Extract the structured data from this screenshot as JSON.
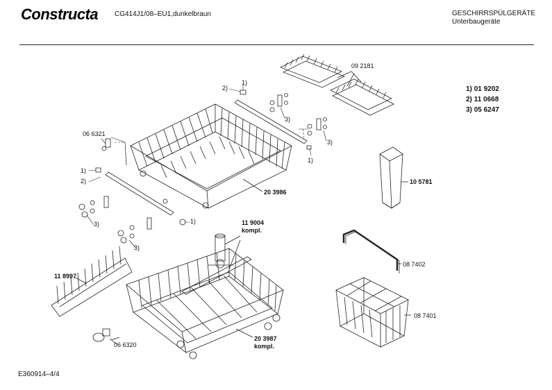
{
  "header": {
    "brand": "Constructa",
    "model": "CG414J1/08–EU1,dunkelbraun",
    "category_line1": "GESCHIRRSPÜLGERÄTE",
    "category_line2": "Unterbaugeräte"
  },
  "legend": [
    {
      "key": "1)",
      "code": "01 9202"
    },
    {
      "key": "2)",
      "code": "11 0668"
    },
    {
      "key": "3)",
      "code": "05 6247"
    }
  ],
  "labels": {
    "p092181": "09 2181",
    "p066321": "06 6321",
    "p203986": "20 3986",
    "p105781": "10 5781",
    "p119004_a": "11 9004",
    "p119004_b": "kompl.",
    "p118997": "11 8997",
    "p087402": "08 7402",
    "p087401": "08 7401",
    "p066320": "06 6320",
    "p203987_a": "20 3987",
    "p203987_b": "kompl.",
    "c1a": "1)",
    "c2a": "2)",
    "c3a": "3)",
    "c3b": "3)",
    "c1b": "1)",
    "c1c": "1)",
    "c2c": "2)",
    "c3c": "3)",
    "c1d": "1)",
    "c3d": "3)"
  },
  "footer": {
    "doc_id": "E360914–4/4"
  }
}
